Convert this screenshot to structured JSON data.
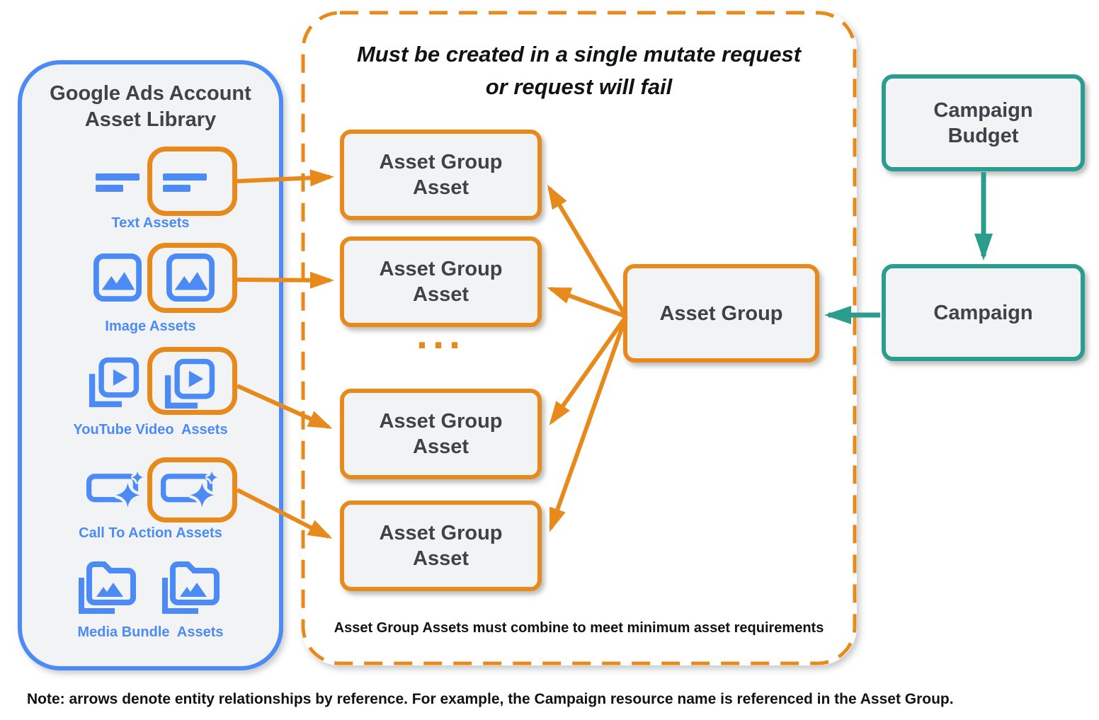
{
  "colors": {
    "orange": "#E8891B",
    "blue": "#4C8BF5",
    "teal": "#2A9D8F",
    "box_fill": "#F1F3F4",
    "text_dark": "#3F4347",
    "black": "#111214"
  },
  "library": {
    "title_lines": [
      "Google Ads Account",
      "Asset Library"
    ],
    "items": [
      {
        "label": "Text Assets",
        "icon": "text-asset-icon"
      },
      {
        "label": "Image Assets",
        "icon": "image-asset-icon"
      },
      {
        "label": "YouTube Video  Assets",
        "icon": "youtube-video-asset-icon"
      },
      {
        "label": "Call To Action Assets",
        "icon": "call-to-action-asset-icon"
      },
      {
        "label": "Media Bundle  Assets",
        "icon": "media-bundle-asset-icon"
      }
    ]
  },
  "mutate_group": {
    "title_lines": [
      "Must be created in a single mutate request",
      "or request will fail"
    ],
    "asset_group_asset_label": "Asset Group Asset",
    "ellipsis": "...",
    "footnote": "Asset Group Assets must combine to meet minimum asset requirements"
  },
  "entities": {
    "asset_group": "Asset Group",
    "campaign_budget": "Campaign Budget",
    "campaign": "Campaign"
  },
  "note": "Note: arrows denote entity relationships by reference. For example, the Campaign resource name is referenced in the Asset Group."
}
